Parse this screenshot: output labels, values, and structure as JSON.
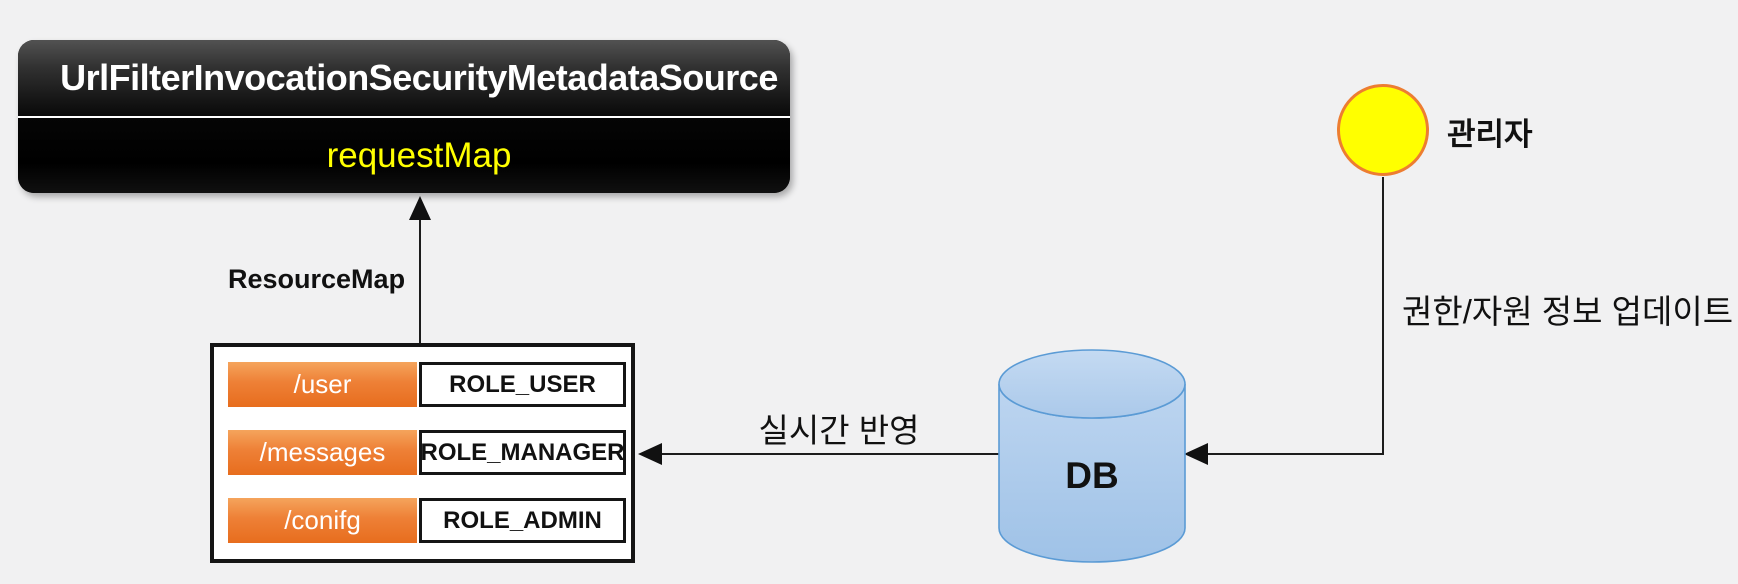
{
  "diagram": {
    "metadata_source": {
      "title": "UrlFilterInvocationSecurityMetadataSource",
      "field": "requestMap"
    },
    "resource_map": {
      "label": "ResourceMap",
      "rows": [
        {
          "url": "/user",
          "role": "ROLE_USER"
        },
        {
          "url": "/messages",
          "role": "ROLE_MANAGER"
        },
        {
          "url": "/conifg",
          "role": "ROLE_ADMIN"
        }
      ]
    },
    "db": {
      "label": "DB"
    },
    "admin": {
      "label": "관리자"
    },
    "flows": {
      "realtime_label": "실시간 반영",
      "update_label": "권한/자원 정보 업데이트"
    },
    "colors": {
      "background": "#f1f1f2",
      "box_black": "#0a0a0a",
      "field_yellow": "#ffff00",
      "url_orange": "#ed7d31",
      "db_blue_fill": "#aecbea",
      "db_blue_stroke": "#5b9bd5",
      "actor_yellow": "#ffff00",
      "actor_stroke_orange": "#ed7d31",
      "line_black": "#1c1c1c"
    }
  }
}
